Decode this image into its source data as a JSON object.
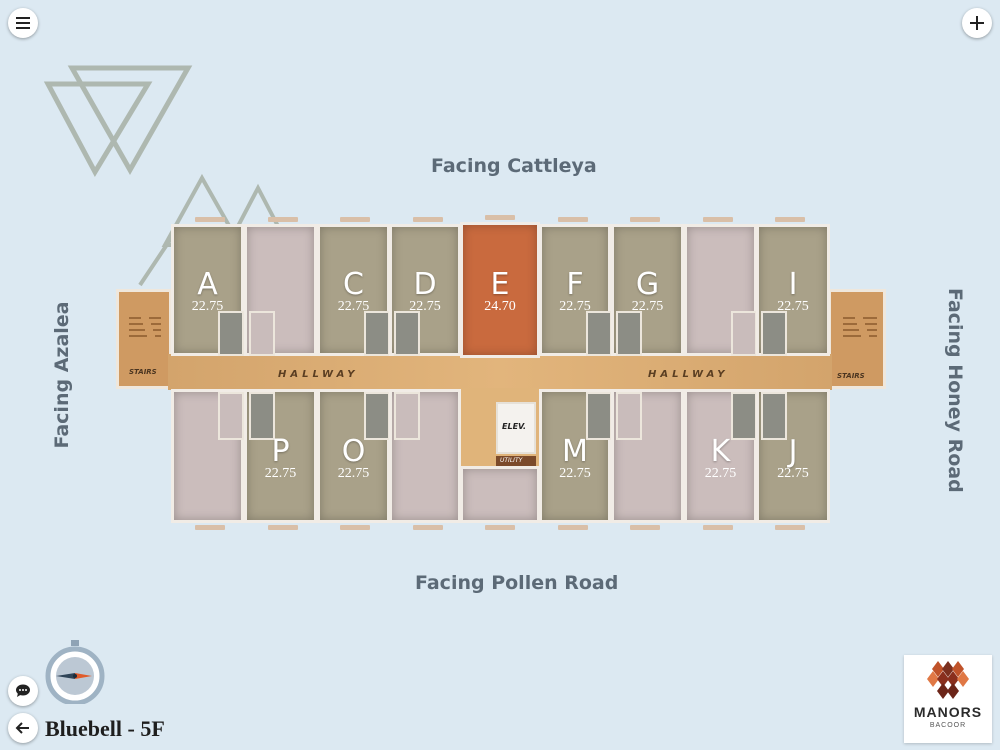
{
  "toolbar": {
    "menu_icon": "hamburger-menu-icon",
    "add_icon": "plus-icon"
  },
  "facing": {
    "top": "Facing Cattleya",
    "bottom": "Facing Pollen Road",
    "left": "Facing Azalea",
    "right": "Facing Honey Road"
  },
  "floorplan": {
    "hallway_label": "HALLWAY",
    "stairs_label": "STAIRS",
    "elevator_label": "ELEV.",
    "utility_label": "UTILITY",
    "units": [
      {
        "letter": "A",
        "area": "22.75",
        "status": "available"
      },
      {
        "letter": "C",
        "area": "22.75",
        "status": "available"
      },
      {
        "letter": "D",
        "area": "22.75",
        "status": "available"
      },
      {
        "letter": "E",
        "area": "24.70",
        "status": "selected"
      },
      {
        "letter": "F",
        "area": "22.75",
        "status": "available"
      },
      {
        "letter": "G",
        "area": "22.75",
        "status": "available"
      },
      {
        "letter": "I",
        "area": "22.75",
        "status": "available"
      },
      {
        "letter": "P",
        "area": "22.75",
        "status": "available"
      },
      {
        "letter": "O",
        "area": "22.75",
        "status": "available"
      },
      {
        "letter": "M",
        "area": "22.75",
        "status": "available"
      },
      {
        "letter": "K",
        "area": "22.75",
        "status": "available"
      },
      {
        "letter": "J",
        "area": "22.75",
        "status": "available"
      }
    ],
    "colors": {
      "available": "#a9a189",
      "sold": "#cbbdbc",
      "selected": "#c96a3e",
      "hallway": "#d6a66b"
    }
  },
  "footer": {
    "building_floor": "Bluebell - 5F",
    "chat_icon": "chat-bubble-icon",
    "back_icon": "arrow-left-icon",
    "compass_icon": "compass-icon"
  },
  "brand": {
    "name": "MANORS",
    "sub": "BACOOR",
    "logo_icon": "diamond-logo-icon"
  }
}
